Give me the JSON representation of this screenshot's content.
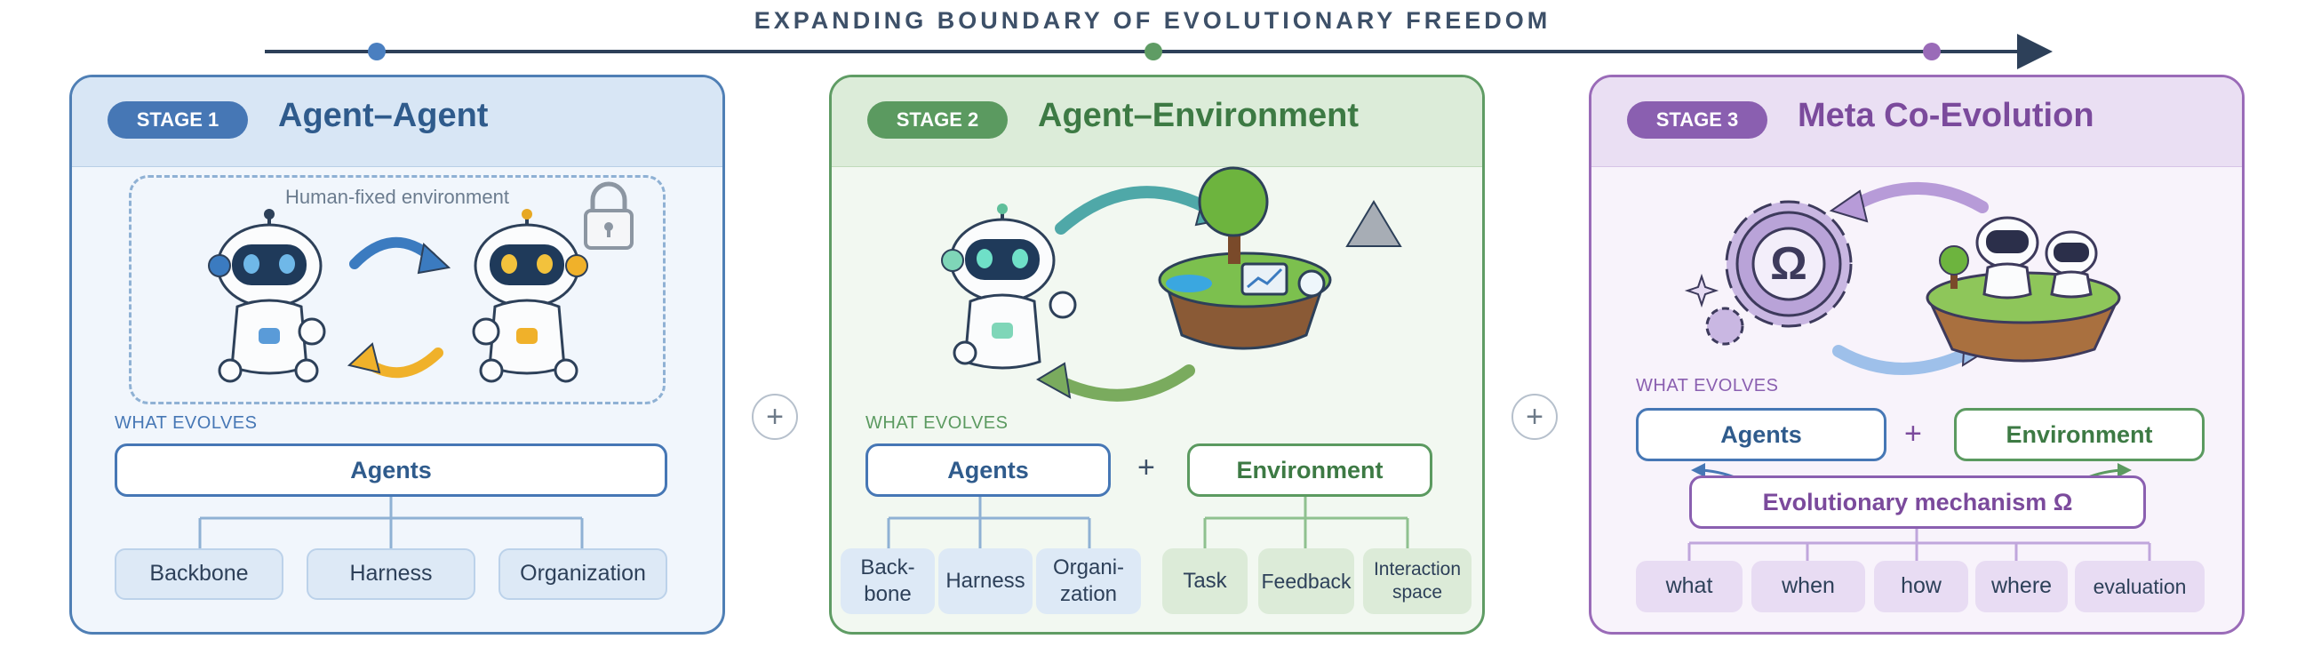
{
  "title": "EXPANDING BOUNDARY OF EVOLUTIONARY FREEDOM",
  "connector": "+",
  "stage1": {
    "badge": "STAGE 1",
    "title": "Agent–Agent",
    "env_label": "Human-fixed environment",
    "what_evolves": "WHAT EVOLVES",
    "agents": "Agents",
    "chips": [
      "Backbone",
      "Harness",
      "Organization"
    ]
  },
  "stage2": {
    "badge": "STAGE 2",
    "title": "Agent–Environment",
    "what_evolves": "WHAT EVOLVES",
    "agents": "Agents",
    "environment": "Environment",
    "agent_chips": [
      "Back-\nbone",
      "Harness",
      "Organi-\nzation"
    ],
    "env_chips": [
      "Task",
      "Feedback",
      "Interaction\nspace"
    ]
  },
  "stage3": {
    "badge": "STAGE 3",
    "title": "Meta Co-Evolution",
    "what_evolves": "WHAT EVOLVES",
    "agents": "Agents",
    "environment": "Environment",
    "mechanism": "Evolutionary mechanism Ω",
    "omega": "Ω",
    "chips": [
      "what",
      "when",
      "how",
      "where",
      "evaluation"
    ]
  },
  "colors": {
    "blue": "#3b6ea5",
    "green": "#4e8a53",
    "purple": "#8a56aa",
    "arrow_line": "#2d4059"
  }
}
